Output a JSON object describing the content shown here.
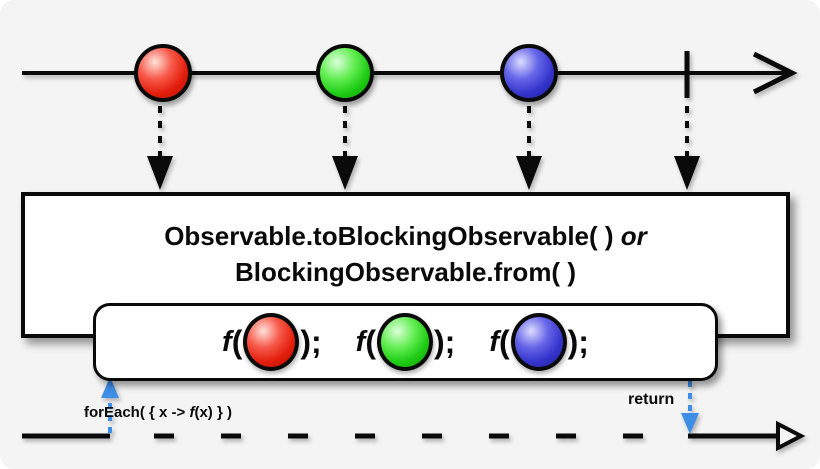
{
  "colors": {
    "background": "#f4f4f4",
    "box_fill": "#ffffff",
    "stroke": "#000000",
    "blocking_arrow_blue": "#3e8ee8",
    "marble_red": "#dd2200",
    "marble_green": "#22cc22",
    "marble_blue": "#3333cc"
  },
  "source_stream": {
    "marbles": [
      {
        "name": "red-marble",
        "color": "#dd2200"
      },
      {
        "name": "green-marble",
        "color": "#22cc22"
      },
      {
        "name": "blue-marble",
        "color": "#3333cc"
      }
    ],
    "completion": "completed-tick"
  },
  "operator_box": {
    "title_line1": "Observable.toBlockingObservable( ) ",
    "title_line1_or": "or",
    "title_line2": "BlockingObservable.from( )"
  },
  "function_box": {
    "calls": [
      {
        "f": "f",
        "open": "(",
        "marble_color": "#dd2200",
        "close": ");"
      },
      {
        "f": "f",
        "open": "(",
        "marble_color": "#22cc22",
        "close": ");"
      },
      {
        "f": "f",
        "open": "(",
        "marble_color": "#3333cc",
        "close": ");"
      }
    ]
  },
  "foreach_arrow": {
    "label_prefix": "forEach( { x -> ",
    "label_f": "f",
    "label_suffix": "(x) } )"
  },
  "return_arrow": {
    "label": "return"
  }
}
